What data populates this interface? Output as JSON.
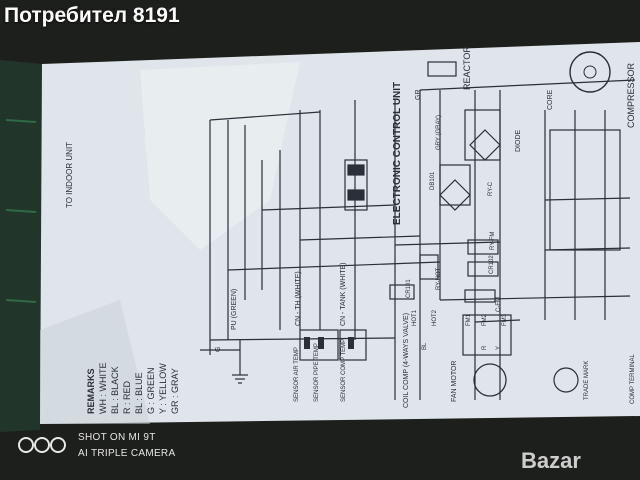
{
  "post": {
    "author_label": "Потребител 8191"
  },
  "camera_watermark": {
    "line1": "SHOT ON MI 9T",
    "line2": "AI TRIPLE CAMERA"
  },
  "site_watermark": {
    "text": "Bazar"
  },
  "diagram": {
    "remarks_title": "REMARKS",
    "remarks": [
      "WH : WHITE",
      "BL : BLACK",
      "R : RED",
      "BL : BLUE",
      "G : GREEN",
      "Y : YELLOW",
      "GR : GRAY"
    ],
    "to_indoor_unit": "TO INDOOR UNIT",
    "electronic_control_unit": "ELECTRONIC CONTROL UNIT",
    "reactor": "REACTOR",
    "compressor": "COMPRESSOR",
    "core": "CORE",
    "diode": "DIODE",
    "pu_green": "PU (GREEN)",
    "on_th": "CN - TH (WHITE)",
    "on_tank": "CN - TANK (WHITE)",
    "sensor_air_temp": "SENSOR AIR TEMP",
    "sensor_pipe_temp": "SENSOR PIPE TEMP",
    "sensor_comp_temp": "SENSOR COMP TEMP",
    "coil_comp": "COIL COMP (4-WAYS VALVE)",
    "fan_motor": "FAN MOTOR",
    "trade_mark": "TRADE MARK",
    "comp_terminal": "COMP TERMINAL",
    "fm1": "FM1",
    "fm2": "FM2",
    "fm3": "FM3",
    "hot1": "HOT1",
    "hot2": "HOT2",
    "ry_hot": "RY-HOT",
    "ry_fm": "RY-FM",
    "db101": "DB101",
    "cr101": "CR101",
    "cr102": "CR102",
    "c_fm": "C-FM",
    "ry_c": "RY-C",
    "gry_grey": "GRY (GRAY)",
    "gr": "GR",
    "g": "G",
    "bl": "BL",
    "y": "Y",
    "r": "R"
  }
}
